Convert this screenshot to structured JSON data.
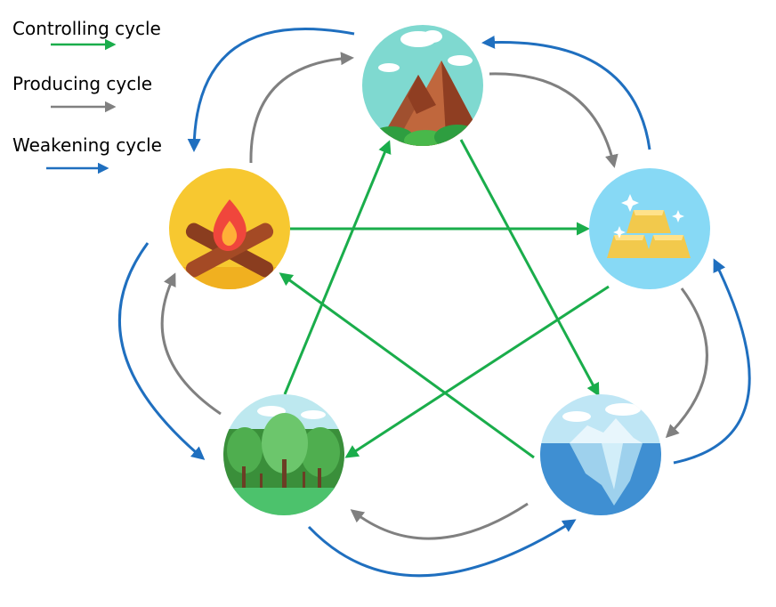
{
  "legend": {
    "controlling": {
      "label": "Controlling cycle",
      "color": "#1aad4b"
    },
    "producing": {
      "label": "Producing cycle",
      "color": "#808080"
    },
    "weakening": {
      "label": "Weakening cycle",
      "color": "#1f6fbf"
    }
  },
  "nodes": [
    {
      "id": "earth",
      "icon": "mountain-icon"
    },
    {
      "id": "metal",
      "icon": "gold-bars-icon"
    },
    {
      "id": "water",
      "icon": "iceberg-icon"
    },
    {
      "id": "wood",
      "icon": "forest-icon"
    },
    {
      "id": "fire",
      "icon": "campfire-icon"
    }
  ]
}
